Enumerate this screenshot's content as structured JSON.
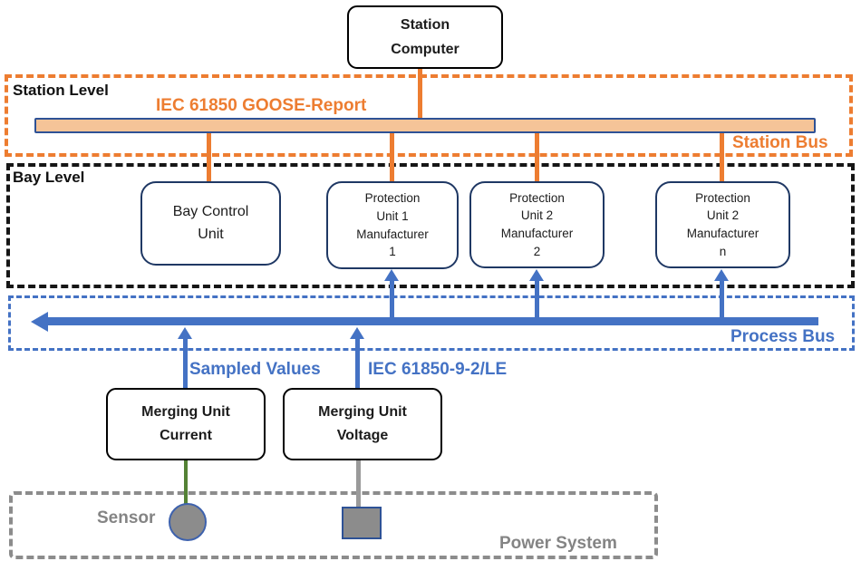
{
  "levels": {
    "station": {
      "label": "Station Level",
      "protocol_label": "IEC 61850 GOOSE-Report",
      "bus_label": "Station Bus",
      "accent_color": "#ED7D31",
      "bus_fill_color": "#F5C498",
      "bus_border_color": "#2E5296"
    },
    "bay": {
      "label": "Bay Level",
      "border_color": "#161616",
      "node_border_color": "#1F3864"
    },
    "process": {
      "bus_label": "Process Bus",
      "sampled_values_label": "Sampled Values",
      "protocol_label": "IEC 61850-9-2/LE",
      "accent_color": "#4472C4"
    },
    "power": {
      "label": "Power System",
      "sensor_label": "Sensor",
      "accent_color": "#8C8C8C",
      "current_link_color": "#548235",
      "voltage_link_color": "#9A9A9A"
    }
  },
  "nodes": {
    "station_computer": {
      "lines": [
        "Station",
        "Computer"
      ]
    },
    "bay_control": {
      "lines": [
        "Bay Control",
        "Unit"
      ]
    },
    "protection_1": {
      "lines": [
        "Protection",
        "Unit 1",
        "Manufacturer",
        "1"
      ]
    },
    "protection_2": {
      "lines": [
        "Protection",
        "Unit 2",
        "Manufacturer",
        "2"
      ]
    },
    "protection_n": {
      "lines": [
        "Protection",
        "Unit 2",
        "Manufacturer",
        "n"
      ]
    },
    "mu_current": {
      "lines": [
        "Merging Unit",
        "Current"
      ]
    },
    "mu_voltage": {
      "lines": [
        "Merging Unit",
        "Voltage"
      ]
    }
  }
}
